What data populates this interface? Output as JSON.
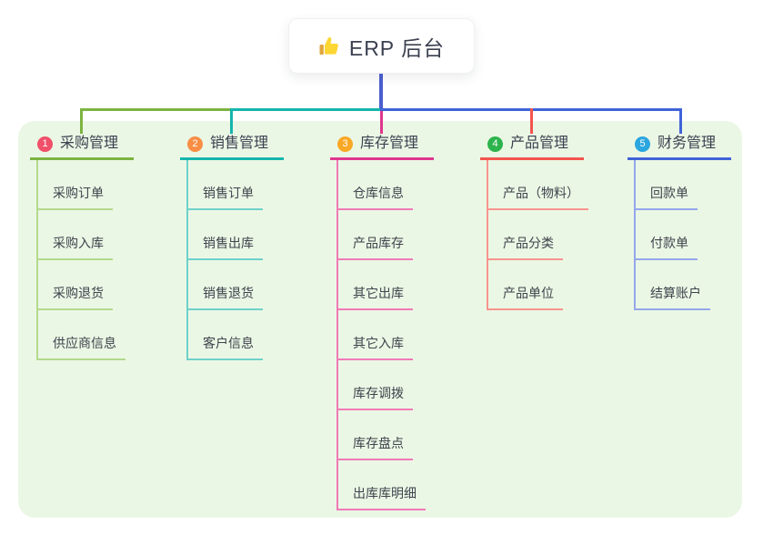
{
  "root": {
    "label": "ERP 后台",
    "icon": "thumbs-up-icon",
    "line_color": "#4a5ecf"
  },
  "panel": {
    "background": "#ebf7e5"
  },
  "branches": [
    {
      "index": "1",
      "title": "采购管理",
      "badge_color": "#f0506a",
      "line_color": "#7cb342",
      "light_color": "#b3d98c",
      "children": [
        "采购订单",
        "采购入库",
        "采购退货",
        "供应商信息"
      ]
    },
    {
      "index": "2",
      "title": "销售管理",
      "badge_color": "#f78e44",
      "line_color": "#14b5ac",
      "light_color": "#6fd1ca",
      "children": [
        "销售订单",
        "销售出库",
        "销售退货",
        "客户信息"
      ]
    },
    {
      "index": "3",
      "title": "库存管理",
      "badge_color": "#f9a825",
      "line_color": "#e0368f",
      "light_color": "#f07ab8",
      "children": [
        "仓库信息",
        "产品库存",
        "其它出库",
        "其它入库",
        "库存调拨",
        "库存盘点",
        "出库库明细"
      ]
    },
    {
      "index": "4",
      "title": "产品管理",
      "badge_color": "#2db34d",
      "line_color": "#f4544e",
      "light_color": "#f8948f",
      "children": [
        "产品（物料）",
        "产品分类",
        "产品单位"
      ]
    },
    {
      "index": "5",
      "title": "财务管理",
      "badge_color": "#2ba6df",
      "line_color": "#3f63d8",
      "light_color": "#93a7ea",
      "children": [
        "回款单",
        "付款单",
        "结算账户"
      ]
    }
  ]
}
